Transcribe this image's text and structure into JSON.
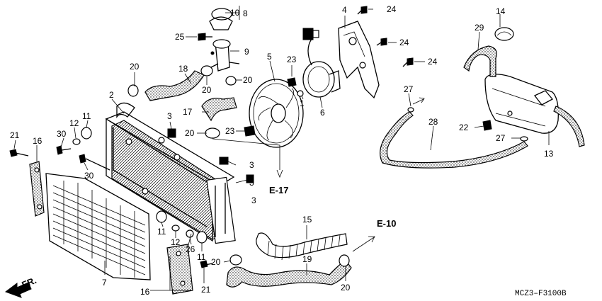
{
  "diagram": {
    "code": "MCZ3–F3100B",
    "direction_label": "FR.",
    "references": [
      "E-17",
      "E-10"
    ],
    "callouts": {
      "c1": "1",
      "c2": "2",
      "c3a": "3",
      "c3b": "3",
      "c3c": "3",
      "c3d": "3",
      "c4": "4",
      "c5": "5",
      "c6": "6",
      "c7": "7",
      "c8": "8",
      "c9": "9",
      "c10": "10",
      "c11a": "11",
      "c11b": "11",
      "c11c": "11",
      "c12a": "12",
      "c12b": "12",
      "c13": "13",
      "c14": "14",
      "c15": "15",
      "c16a": "16",
      "c16b": "16",
      "c17": "17",
      "c18": "18",
      "c19": "19",
      "c20a": "20",
      "c20b": "20",
      "c20c": "20",
      "c20d": "20",
      "c20e": "20",
      "c20f": "20",
      "c21a": "21",
      "c21b": "21",
      "c22": "22",
      "c23a": "23",
      "c23b": "23",
      "c24a": "24",
      "c24b": "24",
      "c24c": "24",
      "c25": "25",
      "c26": "26",
      "c27a": "27",
      "c27b": "27",
      "c28": "28",
      "c29": "29",
      "c30a": "30",
      "c30b": "30"
    }
  }
}
